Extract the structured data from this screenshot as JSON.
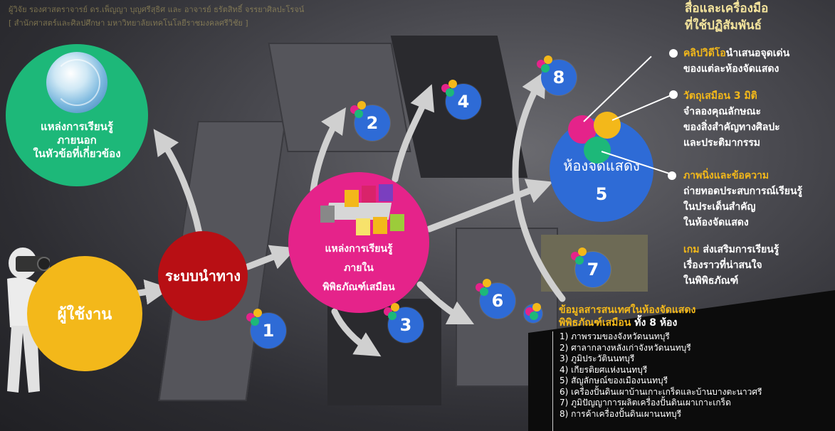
{
  "header": {
    "line1": "ผู้วิจัย  รองศาสตราจารย์ ดร.เพ็ญญา บุญศรีสุธิศ  และ  อาจารย์ ธรัตสิทธิ์ จรรยาศิลปะโรจน์",
    "line2": "[ สำนักศาสตร์และศิลปศึกษา  มหาวิทยาลัยเทคโนโลยีราชมงคลศรีวิชัย ]"
  },
  "nodes": {
    "external": [
      "แหล่งการเรียนรู้",
      "ภายนอก",
      "ในหัวข้อที่เกี่ยวข้อง"
    ],
    "user": "ผู้ใช้งาน",
    "navigation": "ระบบนำทาง",
    "internal": [
      "แหล่งการเรียนรู้",
      "ภายใน",
      "พิพิธภัณฑ์เสมือน"
    ],
    "room_label": "ห้องจัดแสดง",
    "room_number": "5"
  },
  "badges": [
    "1",
    "2",
    "3",
    "4",
    "6",
    "7",
    "8"
  ],
  "media": {
    "title_l1": "สื่อและเครื่องมือ",
    "title_l2": "ที่ใช้ปฏิสัมพันธ์",
    "video_hl": "คลิปวิดีโอ",
    "video_rest": "นำเสนอจุดเด่น",
    "video_l2": "ของแต่ละห้องจัดแสดง",
    "obj_hl": "วัตถุเสมือน 3 มิติ",
    "obj_l2": "จำลองคุณลักษณะ",
    "obj_l3": "ของสิ่งสำคัญทางศิลปะ",
    "obj_l4": "และประติมากรรม",
    "img_hl": "ภาพนิ่งและข้อความ",
    "img_l2": "ถ่ายทอดประสบการณ์เรียนรู้",
    "img_l3": "ในประเด็นสำคัญ",
    "img_l4": "ในห้องจัดแสดง",
    "game_hl": "เกม",
    "game_rest": " ส่งเสริมการเรียนรู้",
    "game_l2": "เรื่องราวที่น่าสนใจ",
    "game_l3": "ในพิพิธภัณฑ์"
  },
  "info": {
    "title_l1": "ข้อมูลสารสนเทศในห้องจัดแสดง",
    "title_l2_hl": "พิพิธภัณฑ์เสมือน",
    "title_l2_rest": " ทั้ง 8 ห้อง",
    "rooms": [
      "1) ภาพรวมของจังหวัดนนทบุรี",
      "2) ศาลากลางหลังเก่าจังหวัดนนทบุรี",
      "3) ภูมิประวัตินนทบุรี",
      "4) เกียรติยศแห่งนนทบุรี",
      "5) สัญลักษณ์ของเมืองนนทบุรี",
      "6) เครื่องปั้นดินเผาบ้านเกาะเกร็ดและบ้านบางตะนาวศรี",
      "7) ภูมิปัญญาการผลิตเครื่องปั้นดินเผาเกาะเกร็ด",
      "8) การค้าเครื่องปั้นดินเผานนทบุรี"
    ]
  },
  "colors": {
    "green": "#1db879",
    "red": "#b80f14",
    "yellow": "#f3b81a",
    "pink": "#e5238a",
    "blue": "#2e6bd6",
    "gold_text": "#f3b81a",
    "panel": "#0c0c0c"
  }
}
